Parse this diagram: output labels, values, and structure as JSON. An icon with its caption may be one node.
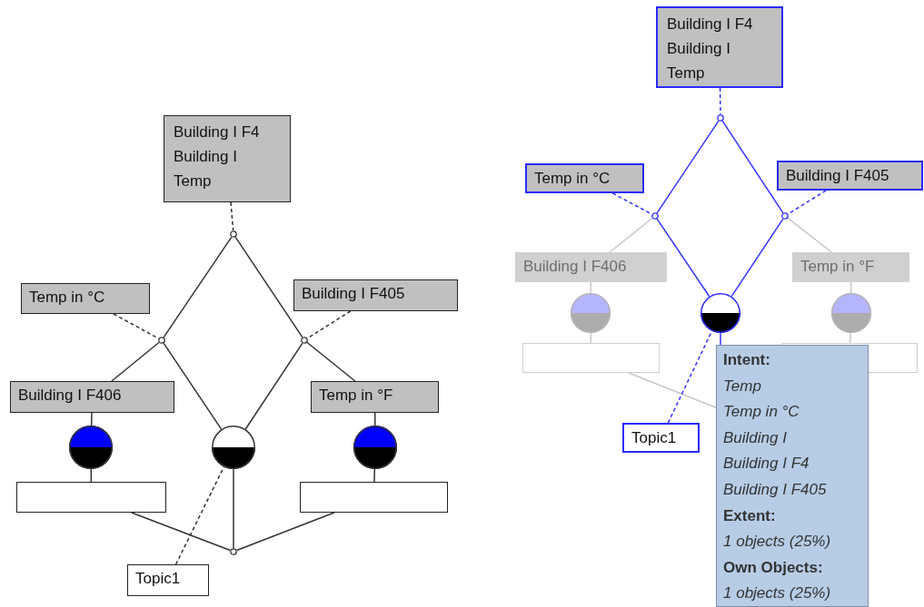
{
  "diagram": {
    "nodes": [
      {
        "text": [
          "Building I F4",
          "Building I",
          "Temp"
        ]
      },
      {
        "text": [],
        "shape": "circle"
      },
      {
        "text": [
          "Temp in °C"
        ]
      },
      {
        "text": [
          "Building I F405"
        ]
      },
      {
        "text": [],
        "shape": "circle"
      },
      {
        "text": [],
        "shape": "circle"
      },
      {
        "text": [
          "Building I F406"
        ]
      },
      {
        "text": [
          "Temp in °F"
        ]
      },
      {
        "text": [],
        "shape": "circle"
      },
      {
        "text": [],
        "shape": "circle"
      },
      {
        "text": [],
        "shape": "circle"
      },
      {
        "text": [],
        "shape": "box"
      },
      {
        "text": [],
        "shape": "box"
      },
      {
        "text": [],
        "shape": "circle"
      },
      {
        "text": [
          "Topic1"
        ]
      },
      {
        "text": [
          "Building I F4",
          "Building I",
          "Temp"
        ]
      },
      {
        "text": [],
        "shape": "circle"
      },
      {
        "text": [
          "Temp in °C"
        ]
      },
      {
        "text": [
          "Building I F405"
        ]
      },
      {
        "text": [],
        "shape": "circle"
      },
      {
        "text": [],
        "shape": "circle"
      },
      {
        "text": [
          "Building I F406"
        ]
      },
      {
        "text": [
          "Temp in °F"
        ]
      },
      {
        "text": [],
        "shape": "circle"
      },
      {
        "text": [],
        "shape": "circle"
      },
      {
        "text": [],
        "shape": "circle"
      },
      {
        "text": [],
        "shape": "box"
      },
      {
        "text": [],
        "shape": "box"
      },
      {
        "text": [
          "Topic1"
        ]
      },
      {
        "text": [
          "Intent:",
          "Temp",
          "Temp in °C",
          "Building I",
          "Building I F4",
          "Building I F405",
          "Extent:",
          "1 objects (25%)",
          "Own Objects:",
          "1 objects (25%)"
        ]
      }
    ],
    "edges": [
      {
        "from": 0,
        "to": 1,
        "arrow": "none",
        "style": "dashed"
      },
      {
        "from": 1,
        "to": 4,
        "arrow": "none"
      },
      {
        "from": 1,
        "to": 5,
        "arrow": "none"
      },
      {
        "from": 2,
        "to": 4,
        "arrow": "none",
        "style": "dashed"
      },
      {
        "from": 3,
        "to": 5,
        "arrow": "none",
        "style": "dashed"
      },
      {
        "from": 4,
        "to": 6,
        "arrow": "none"
      },
      {
        "from": 6,
        "to": 8,
        "arrow": "none"
      },
      {
        "from": 5,
        "to": 7,
        "arrow": "none"
      },
      {
        "from": 7,
        "to": 10,
        "arrow": "none"
      },
      {
        "from": 4,
        "to": 9,
        "arrow": "none"
      },
      {
        "from": 5,
        "to": 9,
        "arrow": "none"
      },
      {
        "from": 8,
        "to": 11,
        "arrow": "none"
      },
      {
        "from": 10,
        "to": 12,
        "arrow": "none"
      },
      {
        "from": 11,
        "to": 13,
        "arrow": "none"
      },
      {
        "from": 12,
        "to": 13,
        "arrow": "none"
      },
      {
        "from": 9,
        "to": 13,
        "arrow": "none"
      },
      {
        "from": 14,
        "to": 9,
        "arrow": "none",
        "style": "dashed"
      },
      {
        "from": 15,
        "to": 16,
        "arrow": "none",
        "style": "dashed",
        "color": "#3333ff"
      },
      {
        "from": 16,
        "to": 19,
        "arrow": "none",
        "color": "#3333ff"
      },
      {
        "from": 16,
        "to": 20,
        "arrow": "none",
        "color": "#3333ff"
      },
      {
        "from": 17,
        "to": 19,
        "arrow": "none",
        "style": "dashed",
        "color": "#3333ff"
      },
      {
        "from": 18,
        "to": 20,
        "arrow": "none",
        "style": "dashed",
        "color": "#3333ff"
      },
      {
        "from": 19,
        "to": 21,
        "arrow": "none",
        "color": "#c8c8c8"
      },
      {
        "from": 21,
        "to": 23,
        "arrow": "none",
        "color": "#c8c8c8"
      },
      {
        "from": 20,
        "to": 22,
        "arrow": "none",
        "color": "#c8c8c8"
      },
      {
        "from": 22,
        "to": 25,
        "arrow": "none",
        "color": "#c8c8c8"
      },
      {
        "from": 19,
        "to": 24,
        "arrow": "none",
        "color": "#3333ff"
      },
      {
        "from": 20,
        "to": 24,
        "arrow": "none",
        "color": "#3333ff"
      },
      {
        "from": 23,
        "to": 26,
        "arrow": "none",
        "color": "#c8c8c8"
      },
      {
        "from": 25,
        "to": 27,
        "arrow": "none",
        "color": "#c8c8c8"
      },
      {
        "from": 26,
        "to": 29,
        "arrow": "none",
        "color": "#c8c8c8"
      },
      {
        "from": 28,
        "to": 24,
        "arrow": "none",
        "style": "dashed",
        "color": "#3333ff"
      },
      {
        "from": 24,
        "to": 29,
        "arrow": "none",
        "color": "#3333ff"
      }
    ]
  }
}
